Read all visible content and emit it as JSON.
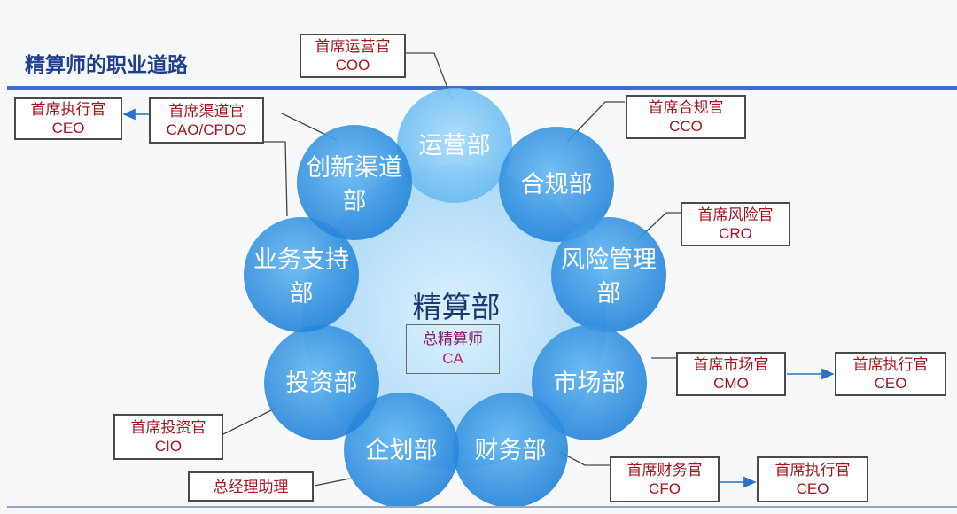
{
  "page": {
    "title": "精算师的职业道路"
  },
  "center": {
    "dept": "精算部",
    "role_cn": "总精算师",
    "role_en": "CA"
  },
  "departments": {
    "operations": [
      "运营部"
    ],
    "compliance": [
      "合规部"
    ],
    "risk": [
      "风险管理",
      "部"
    ],
    "marketing": [
      "市场部"
    ],
    "finance": [
      "财务部"
    ],
    "planning": [
      "企划部"
    ],
    "investment": [
      "投资部"
    ],
    "business_support": [
      "业务支持",
      "部"
    ],
    "innovation_channel": [
      "创新渠道",
      "部"
    ]
  },
  "roles": {
    "coo": {
      "cn": "首席运营官",
      "en": "COO"
    },
    "cco": {
      "cn": "首席合规官",
      "en": "CCO"
    },
    "cro": {
      "cn": "首席风险官",
      "en": "CRO"
    },
    "cmo": {
      "cn": "首席市场官",
      "en": "CMO"
    },
    "cmo_next": {
      "cn": "首席执行官",
      "en": "CEO"
    },
    "cfo": {
      "cn": "首席财务官",
      "en": "CFO"
    },
    "cfo_next": {
      "cn": "首席执行官",
      "en": "CEO"
    },
    "gm_assistant": {
      "cn": "总经理助理"
    },
    "cio": {
      "cn": "首席投资官",
      "en": "CIO"
    },
    "cao": {
      "cn": "首席渠道官",
      "en": "CAO/CPDO"
    },
    "cao_next": {
      "cn": "首席执行官",
      "en": "CEO"
    }
  },
  "colors": {
    "circle_fill": "#2b8fe0",
    "center_fill": "#bfe4fb",
    "box_text": "#a3141f",
    "title": "#1f3f8f",
    "arrow": "#2f6fc6"
  }
}
